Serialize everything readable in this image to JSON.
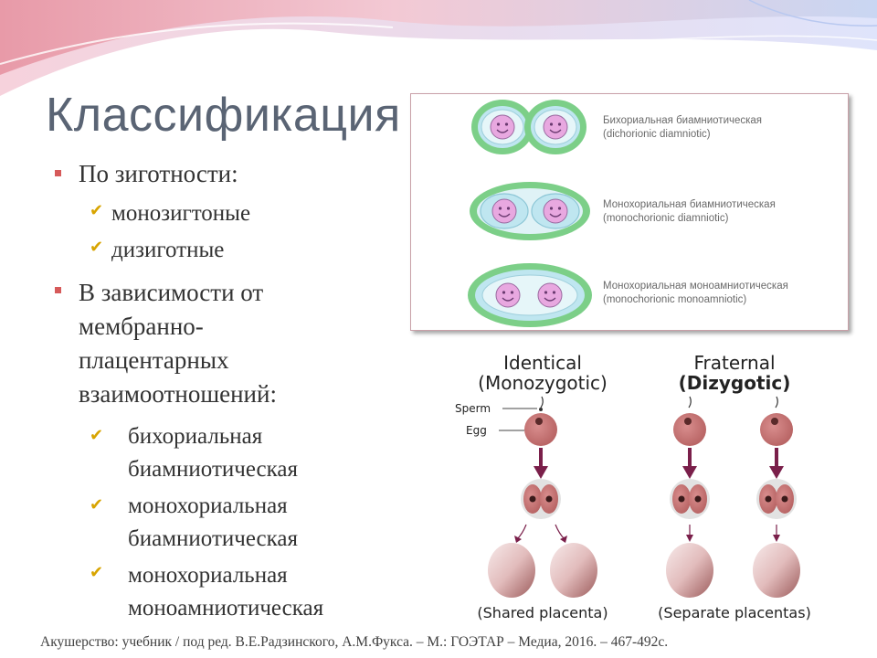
{
  "title": "Классификация",
  "bullets": [
    {
      "text": "По зиготности:",
      "subitems": [
        "монозигтоные",
        "дизиготные"
      ]
    },
    {
      "text": "В зависимости от мембранно-плацентарных взаимоотношений:",
      "lines": [
        "В зависимости от",
        "мембранно-",
        "плацентарных",
        "взаимоотношений:"
      ],
      "subitems": [
        "бихориальная биамниотическая",
        "монохориальная биамниотическая",
        "монохориальная моноамниотическая"
      ]
    }
  ],
  "sub2_lines": [
    [
      "бихориальная",
      "биамниотическая"
    ],
    [
      "монохориальная",
      "биамниотическая"
    ],
    [
      "монохориальная",
      "моноамниотическая"
    ]
  ],
  "panel": {
    "items": [
      {
        "ru": "Бихориальная биамниотическая",
        "en": "(dichorionic diamniotic)"
      },
      {
        "ru": "Монохориальная биамниотическая",
        "en": "(monochorionic diamniotic)"
      },
      {
        "ru": "Монохориальная моноамниотическая",
        "en": "(monochorionic monoamniotic)"
      }
    ]
  },
  "twins": {
    "identical_title": "Identical",
    "identical_sub": "(Monozygotic)",
    "fraternal_title": "Fraternal",
    "fraternal_sub": "(Dizygotic)",
    "sperm_label": "Sperm",
    "egg_label": "Egg",
    "shared_caption": "(Shared placenta)",
    "separate_caption": "(Separate placentas)"
  },
  "colors": {
    "title": "#5a6474",
    "bullet": "#d65a5a",
    "check": "#d8a400",
    "chorion_green": "#7ccf88",
    "amnion_blue": "#bfe6f0",
    "face_pink": "#e8a8e0",
    "arrow": "#7a1f4a"
  },
  "citation": "Акушерство: учебник / под ред. В.Е.Радзинского, А.М.Фукса. – М.: ГОЭТАР – Медиа, 2016. – 467-492с."
}
